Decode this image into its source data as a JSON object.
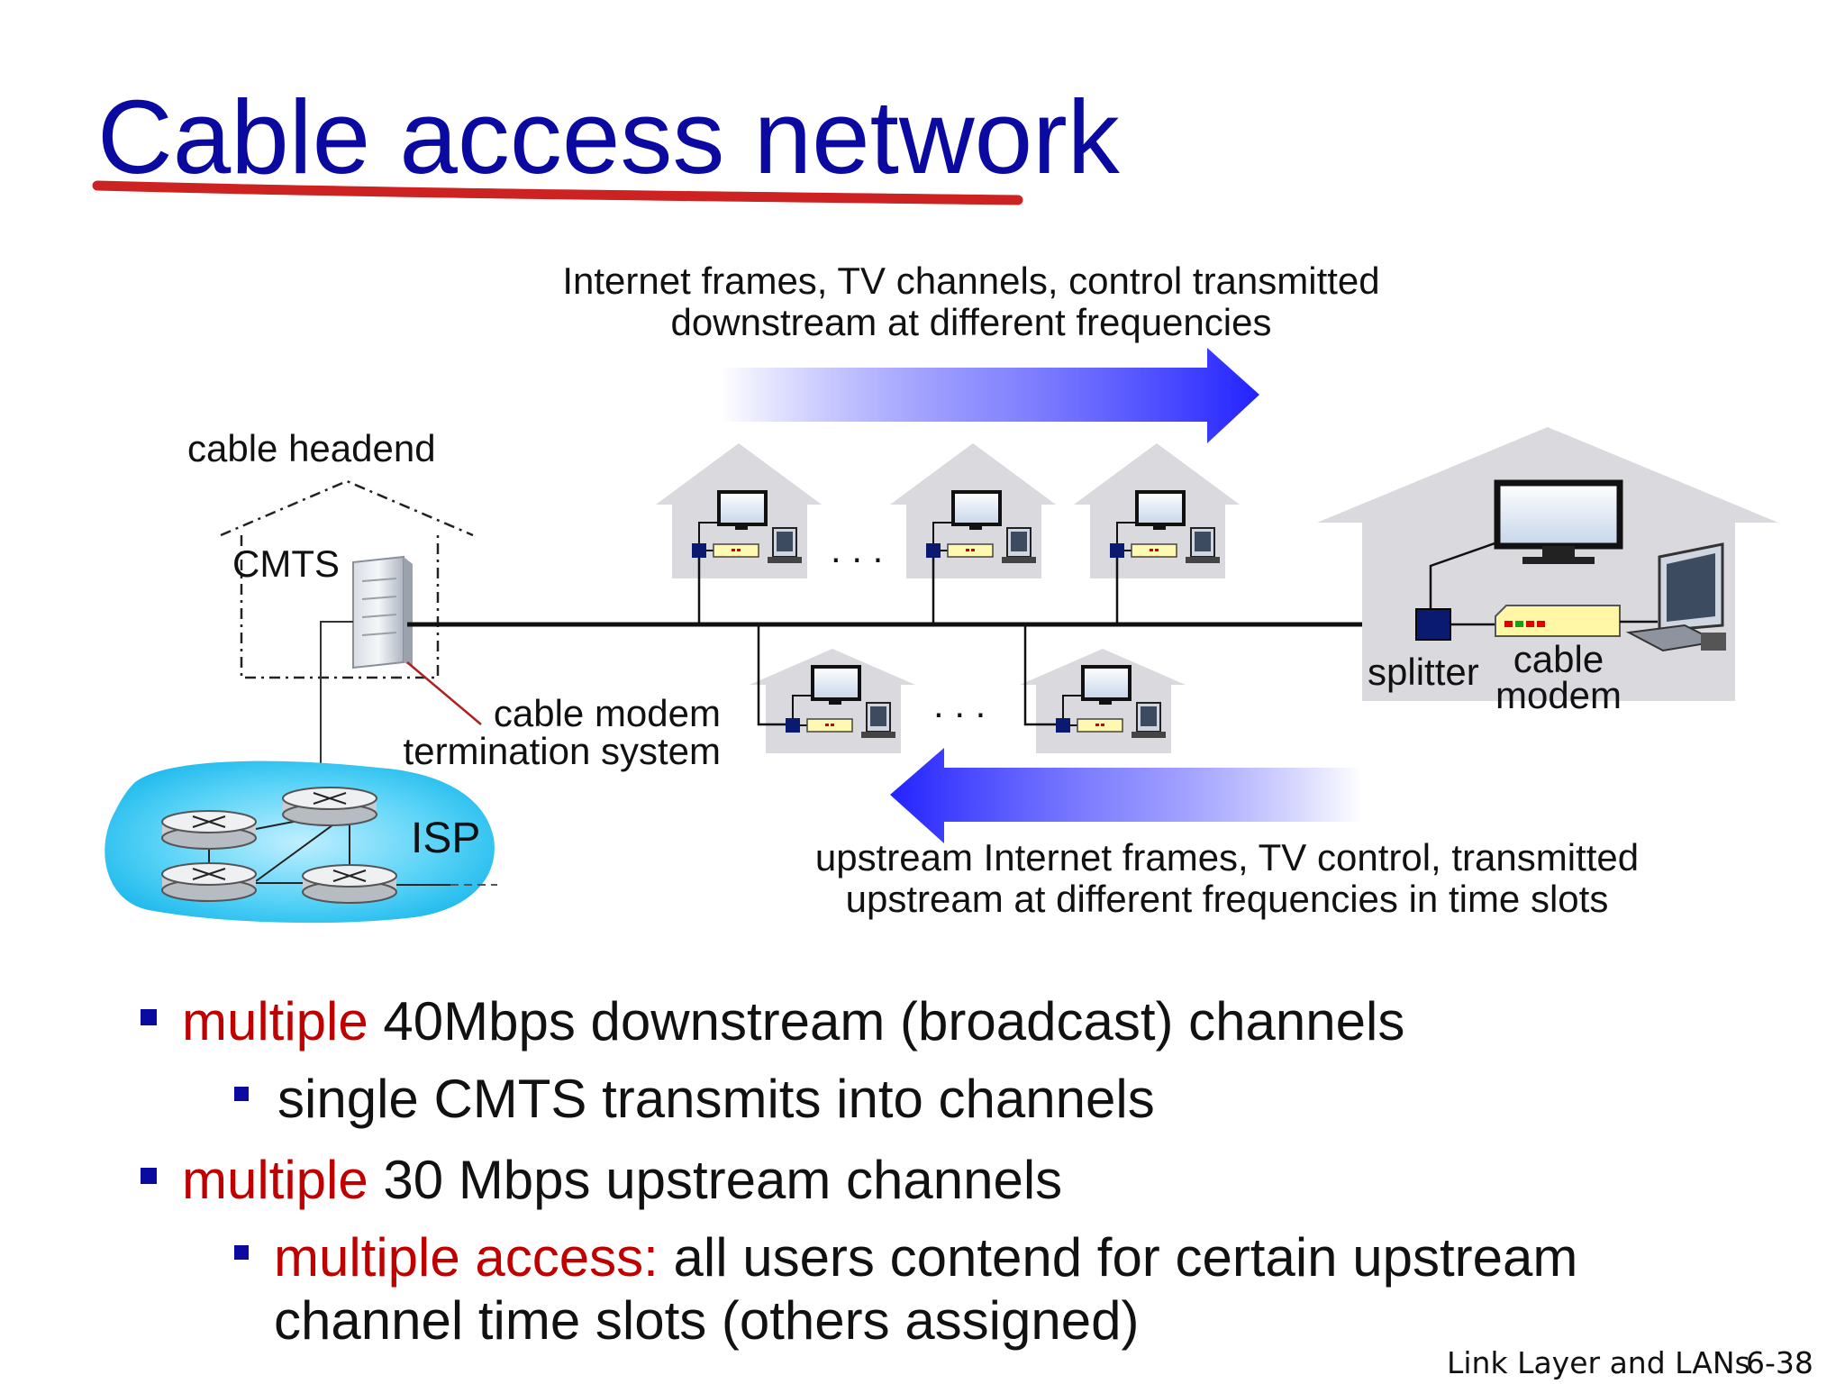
{
  "title": "Cable access network",
  "downstream_caption": [
    "Internet frames, TV channels, control  transmitted",
    "downstream at different frequencies"
  ],
  "upstream_caption": [
    "upstream Internet frames, TV control,  transmitted",
    "upstream at different frequencies in time slots"
  ],
  "labels": {
    "cable_headend": "cable headend",
    "cmts": "CMTS",
    "cmts_desc": [
      "cable modem",
      "termination system"
    ],
    "isp": "ISP",
    "splitter": "splitter",
    "cable_modem": [
      "cable",
      "modem"
    ],
    "ellipsis": ". . ."
  },
  "bullets": [
    {
      "level": 1,
      "highlight": "multiple",
      "text": " 40Mbps downstream (broadcast) channels"
    },
    {
      "level": 2,
      "highlight": "",
      "text": " single CMTS transmits into channels"
    },
    {
      "level": 1,
      "highlight": "multiple",
      "text": " 30 Mbps upstream channels"
    },
    {
      "level": 2,
      "highlight": "multiple access:",
      "text": " all users contend for certain upstream",
      "continuation": "channel time slots (others assigned)"
    }
  ],
  "footer": {
    "left": "Link Layer and LANs",
    "right": "6-38"
  },
  "colors": {
    "title": "#0a0aa0",
    "accent_red": "#c00000",
    "arrow_blue": "#2222ff",
    "house_gray": "#d9d9de",
    "isp_cloud": "#2ec5f0"
  }
}
